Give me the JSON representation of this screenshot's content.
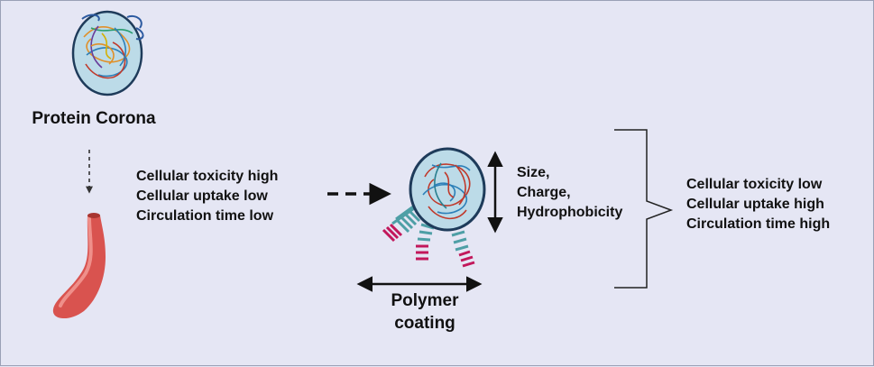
{
  "protein_corona_label": "Protein Corona",
  "left_effects": [
    "Cellular toxicity high",
    "Cellular uptake low",
    "Circulation time low"
  ],
  "properties": [
    "Size,",
    "Charge,",
    "Hydrophobicity"
  ],
  "polymer_coating_label": [
    "Polymer",
    "coating"
  ],
  "right_effects": [
    "Cellular toxicity low",
    "Cellular uptake high",
    "Circulation time high"
  ],
  "colors": {
    "background": "#e5e6f4",
    "nanoparticle_fill": "#bcdbe8",
    "nanoparticle_border": "#1e3b5a",
    "vessel": "#d9534f",
    "polymer_teal": "#4e9fa6",
    "polymer_pink": "#c2185b"
  }
}
